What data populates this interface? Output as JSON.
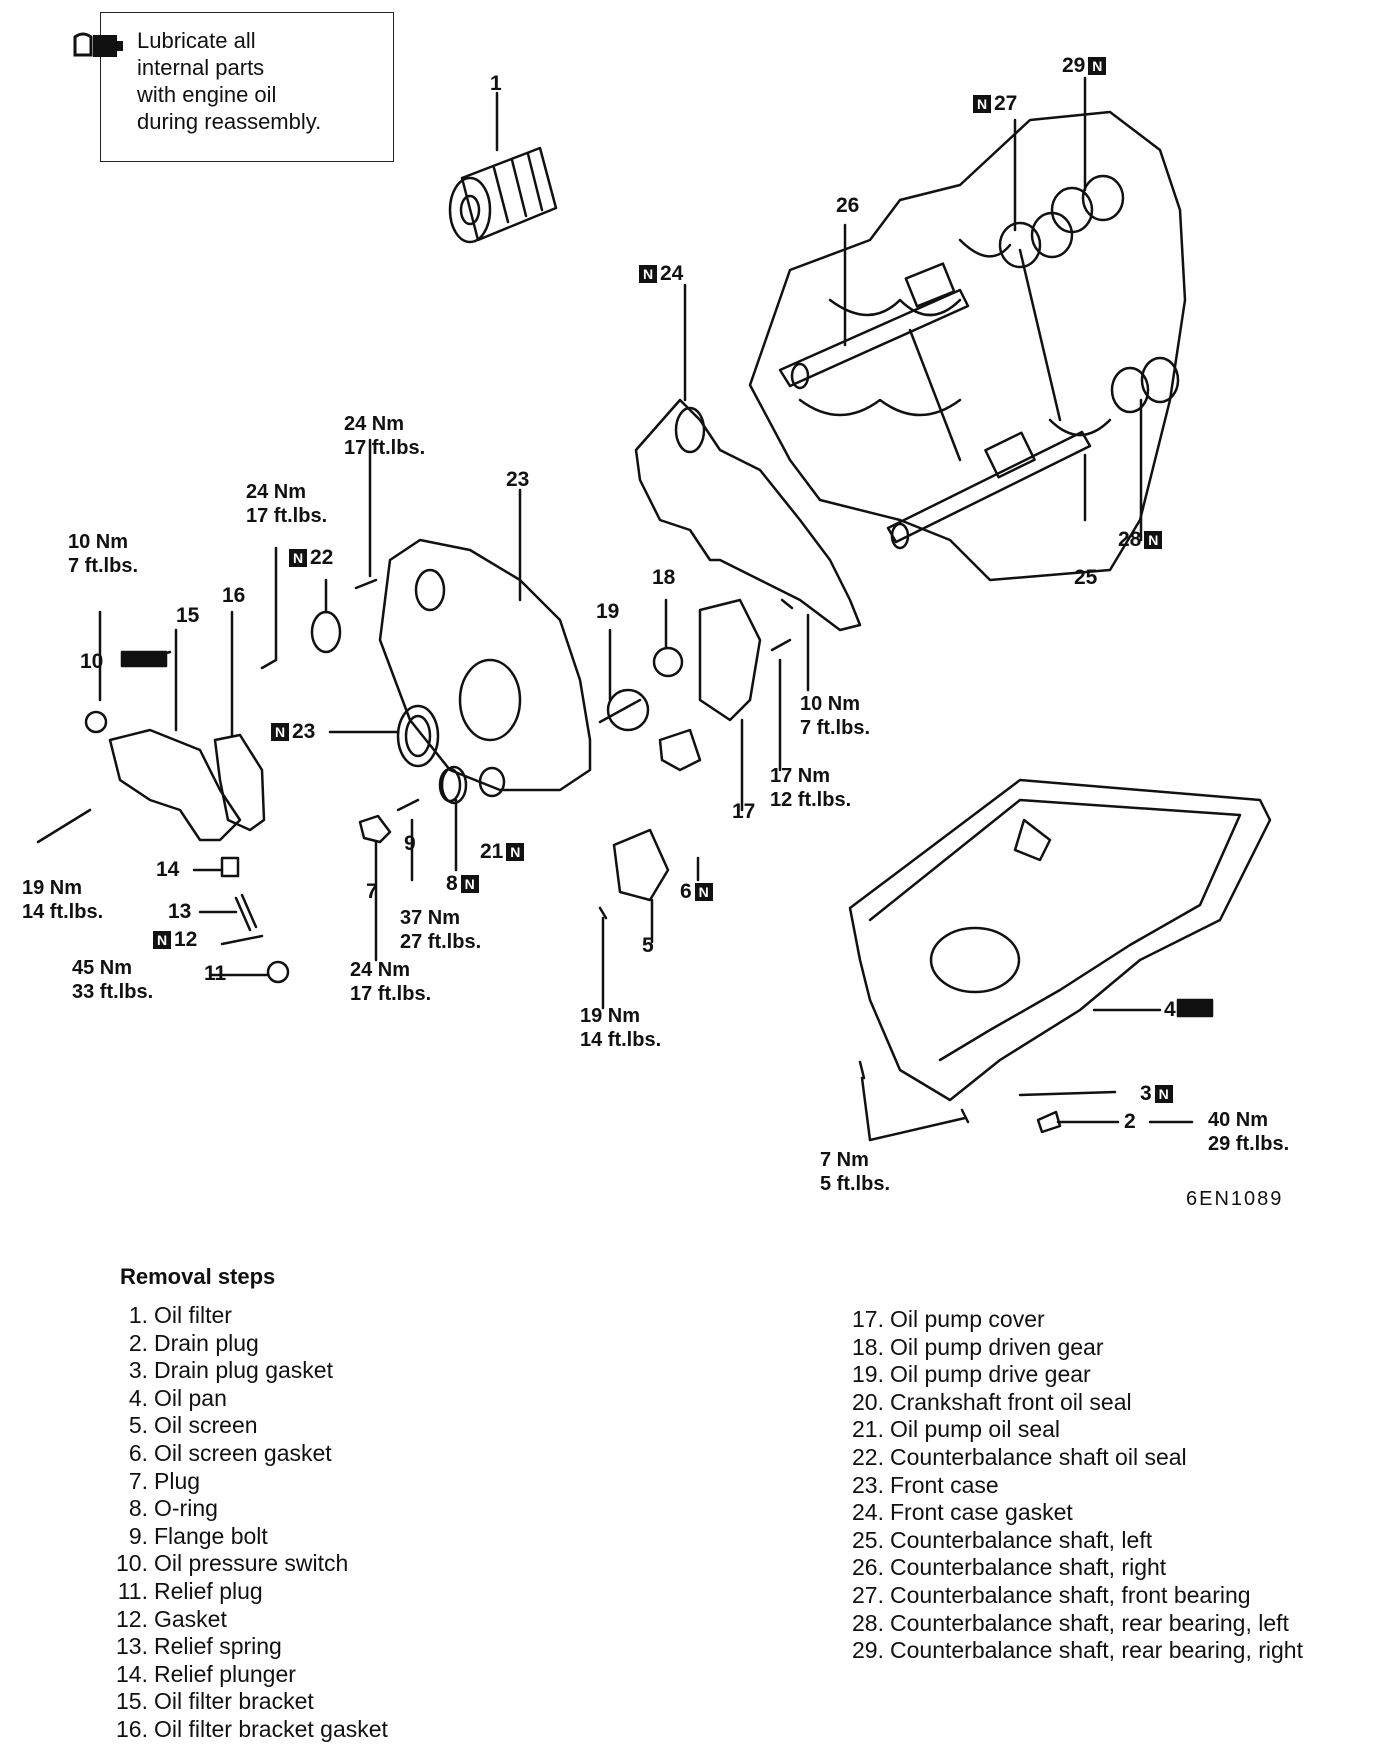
{
  "note": {
    "text_lines": [
      "Lubricate all",
      "internal parts",
      "with engine oil",
      "during reassembly."
    ]
  },
  "callouts": {
    "c1": "1",
    "c2": "2",
    "c3": "3",
    "c4": "4",
    "c5": "5",
    "c6": "6",
    "c7": "7",
    "c8": "8",
    "c9": "9",
    "c10": "10",
    "c11": "11",
    "c12": "12",
    "c13": "13",
    "c14": "14",
    "c15": "15",
    "c16": "16",
    "c17": "17",
    "c18": "18",
    "c19": "19",
    "c21": "21",
    "c22": "22",
    "c23a": "23",
    "c23b": "23",
    "c24": "24",
    "c25": "25",
    "c26": "26",
    "c27": "27",
    "c28": "28",
    "c29": "29",
    "n_marker": "N"
  },
  "torques": {
    "t10": [
      "10 Nm",
      "7 ft.lbs."
    ],
    "t24a": [
      "24 Nm",
      "17 ft.lbs."
    ],
    "t24b": [
      "24 Nm",
      "17 ft.lbs."
    ],
    "t10b": [
      "10 Nm",
      "7 ft.lbs."
    ],
    "t17": [
      "17 Nm",
      "12 ft.lbs."
    ],
    "t19a": [
      "19 Nm",
      "14 ft.lbs."
    ],
    "t45": [
      "45 Nm",
      "33 ft.lbs."
    ],
    "t24c": [
      "24 Nm",
      "17 ft.lbs."
    ],
    "t37": [
      "37 Nm",
      "27 ft.lbs."
    ],
    "t19b": [
      "19 Nm",
      "14 ft.lbs."
    ],
    "t40": [
      "40 Nm",
      "29 ft.lbs."
    ],
    "t7": [
      "7 Nm",
      "5 ft.lbs."
    ]
  },
  "figure_code": "6EN1089",
  "removal": {
    "title": "Removal steps",
    "left": [
      {
        "n": "1.",
        "t": "Oil filter"
      },
      {
        "n": "2.",
        "t": "Drain plug"
      },
      {
        "n": "3.",
        "t": "Drain plug gasket"
      },
      {
        "n": "4.",
        "t": "Oil pan"
      },
      {
        "n": "5.",
        "t": "Oil screen"
      },
      {
        "n": "6.",
        "t": "Oil screen gasket"
      },
      {
        "n": "7.",
        "t": "Plug"
      },
      {
        "n": "8.",
        "t": "O-ring"
      },
      {
        "n": "9.",
        "t": "Flange bolt"
      },
      {
        "n": "10.",
        "t": "Oil pressure switch"
      },
      {
        "n": "11.",
        "t": "Relief plug"
      },
      {
        "n": "12.",
        "t": "Gasket"
      },
      {
        "n": "13.",
        "t": "Relief spring"
      },
      {
        "n": "14.",
        "t": "Relief plunger"
      },
      {
        "n": "15.",
        "t": "Oil filter bracket"
      },
      {
        "n": "16.",
        "t": "Oil filter bracket gasket"
      }
    ],
    "right": [
      {
        "n": "17.",
        "t": "Oil pump cover"
      },
      {
        "n": "18.",
        "t": "Oil pump driven gear"
      },
      {
        "n": "19.",
        "t": "Oil pump drive gear"
      },
      {
        "n": "20.",
        "t": "Crankshaft front oil seal"
      },
      {
        "n": "21.",
        "t": "Oil pump oil seal"
      },
      {
        "n": "22.",
        "t": "Counterbalance shaft oil seal"
      },
      {
        "n": "23.",
        "t": "Front case"
      },
      {
        "n": "24.",
        "t": "Front case gasket"
      },
      {
        "n": "25.",
        "t": "Counterbalance shaft, left"
      },
      {
        "n": "26.",
        "t": "Counterbalance shaft, right"
      },
      {
        "n": "27.",
        "t": "Counterbalance shaft, front bearing"
      },
      {
        "n": "28.",
        "t": "Counterbalance shaft, rear bearing, left"
      },
      {
        "n": "29.",
        "t": "Counterbalance shaft, rear bearing, right"
      }
    ]
  }
}
